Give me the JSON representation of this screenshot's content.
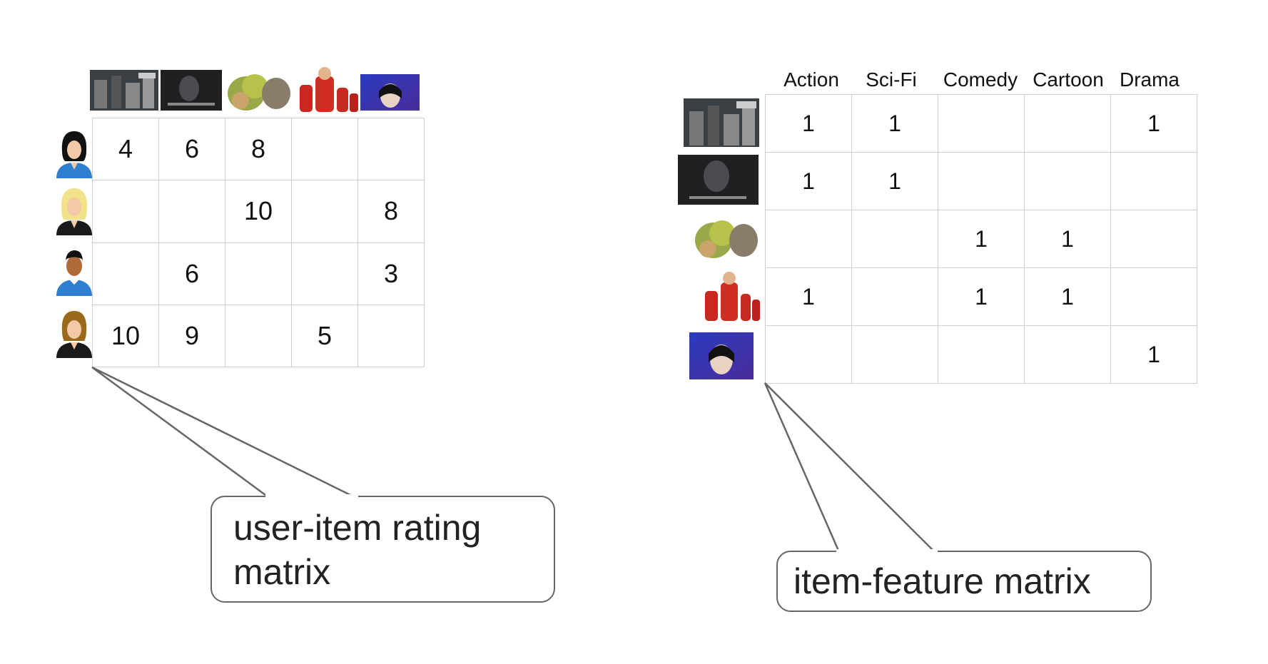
{
  "rating_matrix": {
    "callout": "user-item rating matrix",
    "callout_line1": "user-item rating",
    "callout_line2": "matrix",
    "movies": [
      "star-wars-poster",
      "dark-knight-rises-poster",
      "shrek-poster",
      "incredibles-poster",
      "amelie-poster"
    ],
    "users": [
      "female-user-black-hair",
      "female-user-blonde",
      "male-user",
      "female-user-brown-hair"
    ],
    "rows": [
      [
        "4",
        "6",
        "8",
        "",
        ""
      ],
      [
        "",
        "",
        "10",
        "",
        "8"
      ],
      [
        "",
        "6",
        "",
        "",
        "3"
      ],
      [
        "10",
        "9",
        "",
        "5",
        ""
      ]
    ]
  },
  "feature_matrix": {
    "callout": "item-feature matrix",
    "features": [
      "Action",
      "Sci-Fi",
      "Comedy",
      "Cartoon",
      "Drama"
    ],
    "rows": [
      [
        "1",
        "1",
        "",
        "",
        "1"
      ],
      [
        "1",
        "1",
        "",
        "",
        ""
      ],
      [
        "",
        "",
        "1",
        "1",
        ""
      ],
      [
        "1",
        "",
        "1",
        "1",
        ""
      ],
      [
        "",
        "",
        "",
        "",
        "1"
      ]
    ]
  },
  "colors": {
    "grid_line": "#cfcfcf",
    "callout_border": "#666666",
    "user_blue_shirt": "#2f7fd0"
  }
}
